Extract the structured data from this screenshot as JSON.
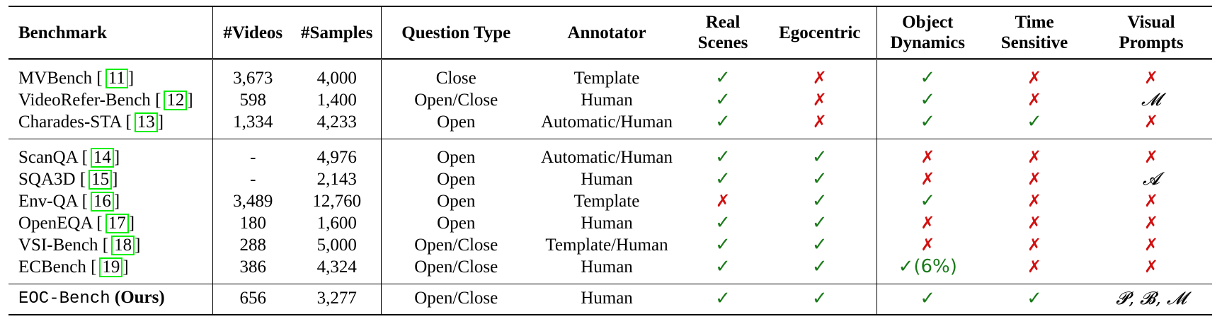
{
  "headers": [
    "Benchmark",
    "#Videos",
    "#Samples",
    "Question Type",
    "Annotator",
    "Real Scenes",
    "Egocentric",
    "Object Dynamics",
    "Time Sensitive",
    "Visual Prompts"
  ],
  "rows": [
    {
      "name": "MVBench",
      "ref": "11",
      "videos": "3,673",
      "samples": "4,000",
      "qtype": "Close",
      "annotator": "Template",
      "real": "✓",
      "ego": "✗",
      "dyn": "✓",
      "time": "✗",
      "vp": "✗"
    },
    {
      "name": "VideoRefer-Bench",
      "ref": "12",
      "videos": "598",
      "samples": "1,400",
      "qtype": "Open/Close",
      "annotator": "Human",
      "real": "✓",
      "ego": "✗",
      "dyn": "✓",
      "time": "✗",
      "vp": "𝓜"
    },
    {
      "name": "Charades-STA",
      "ref": "13",
      "videos": "1,334",
      "samples": "4,233",
      "qtype": "Open",
      "annotator": "Automatic/Human",
      "real": "✓",
      "ego": "✗",
      "dyn": "✓",
      "time": "✓",
      "vp": "✗"
    },
    {
      "name": "ScanQA",
      "ref": "14",
      "videos": "-",
      "samples": "4,976",
      "qtype": "Open",
      "annotator": "Automatic/Human",
      "real": "✓",
      "ego": "✓",
      "dyn": "✗",
      "time": "✗",
      "vp": "✗"
    },
    {
      "name": "SQA3D",
      "ref": "15",
      "videos": "-",
      "samples": "2,143",
      "qtype": "Open",
      "annotator": "Human",
      "real": "✓",
      "ego": "✓",
      "dyn": "✗",
      "time": "✗",
      "vp": "𝓐"
    },
    {
      "name": "Env-QA",
      "ref": "16",
      "videos": "3,489",
      "samples": "12,760",
      "qtype": "Open",
      "annotator": "Template",
      "real": "✗",
      "ego": "✓",
      "dyn": "✓",
      "time": "✗",
      "vp": "✗"
    },
    {
      "name": "OpenEQA",
      "ref": "17",
      "videos": "180",
      "samples": "1,600",
      "qtype": "Open",
      "annotator": "Human",
      "real": "✓",
      "ego": "✓",
      "dyn": "✗",
      "time": "✗",
      "vp": "✗"
    },
    {
      "name": "VSI-Bench",
      "ref": "18",
      "videos": "288",
      "samples": "5,000",
      "qtype": "Open/Close",
      "annotator": "Template/Human",
      "real": "✓",
      "ego": "✓",
      "dyn": "✗",
      "time": "✗",
      "vp": "✗"
    },
    {
      "name": "ECBench",
      "ref": "19",
      "videos": "386",
      "samples": "4,324",
      "qtype": "Open/Close",
      "annotator": "Human",
      "real": "✓",
      "ego": "✓",
      "dyn": "✓(6%)",
      "time": "✗",
      "vp": "✗"
    }
  ],
  "ours": {
    "name": "EOC-Bench",
    "suffix": "(Ours)",
    "videos": "656",
    "samples": "3,277",
    "qtype": "Open/Close",
    "annotator": "Human",
    "real": "✓",
    "ego": "✓",
    "dyn": "✓",
    "time": "✓",
    "vp": "𝓟, 𝓑, 𝓜"
  }
}
